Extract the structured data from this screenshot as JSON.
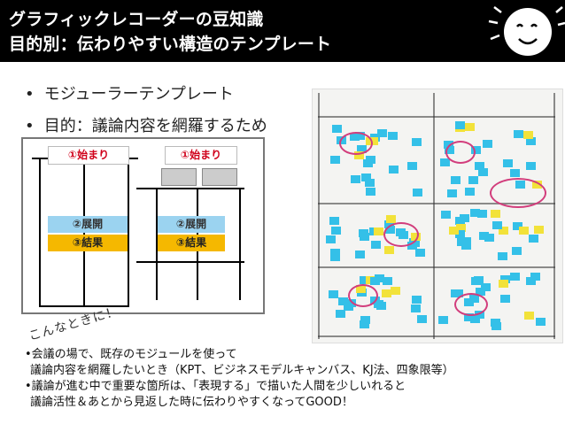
{
  "header": {
    "title_line1": "グラフィックレコーダーの豆知識",
    "title_line2": "目的別：伝わりやすい構造のテンプレート"
  },
  "bullets": [
    "モジューラーテンプレート",
    "目的：議論内容を網羅するため"
  ],
  "bullet_symbol": "•",
  "template": {
    "left": {
      "start": "①始まり",
      "develop": "②展開",
      "result": "③結果"
    },
    "right": {
      "start": "①始まり",
      "develop": "②展開",
      "result": "③結果"
    }
  },
  "handwriting": "こんなときに！",
  "body_lines": [
    "•会議の場で、既存のモジュールを使って",
    "議論内容を網羅したいとき（KPT、ビジネスモデルキャンバス、KJ法、四象限等）",
    "•議論が進む中で重要な箇所は、「表現する」で描いた人間を少しいれると",
    "議論活性＆あとから見返した時に伝わりやすくなってGOOD！"
  ],
  "colors": {
    "header_bg": "#000000",
    "label_red": "#d0021b",
    "label_blue": "#9bd3f0",
    "label_yellow": "#f5b800",
    "sticky_cyan": "#34c0e8",
    "sticky_yellow": "#f2e23a",
    "marker_pink": "#d23d7c"
  },
  "icons": {
    "mascot": "smiley-face-icon"
  }
}
